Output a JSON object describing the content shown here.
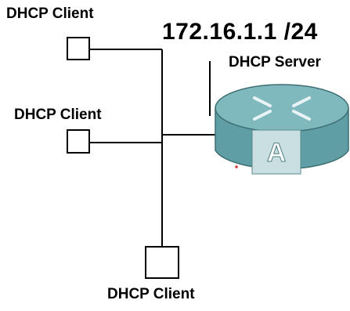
{
  "labels": {
    "client_top": "DHCP Client",
    "client_mid": "DHCP Client",
    "client_bottom": "DHCP Client",
    "server": "DHCP Server",
    "ip_address": "172.16.1.1 /24"
  },
  "router": {
    "letter": "A",
    "body_color": "#5f9ea4",
    "top_color": "#7fb9be",
    "panel_color": "#c9dfe1"
  },
  "colors": {
    "line": "#000000",
    "background": "#ffffff"
  }
}
